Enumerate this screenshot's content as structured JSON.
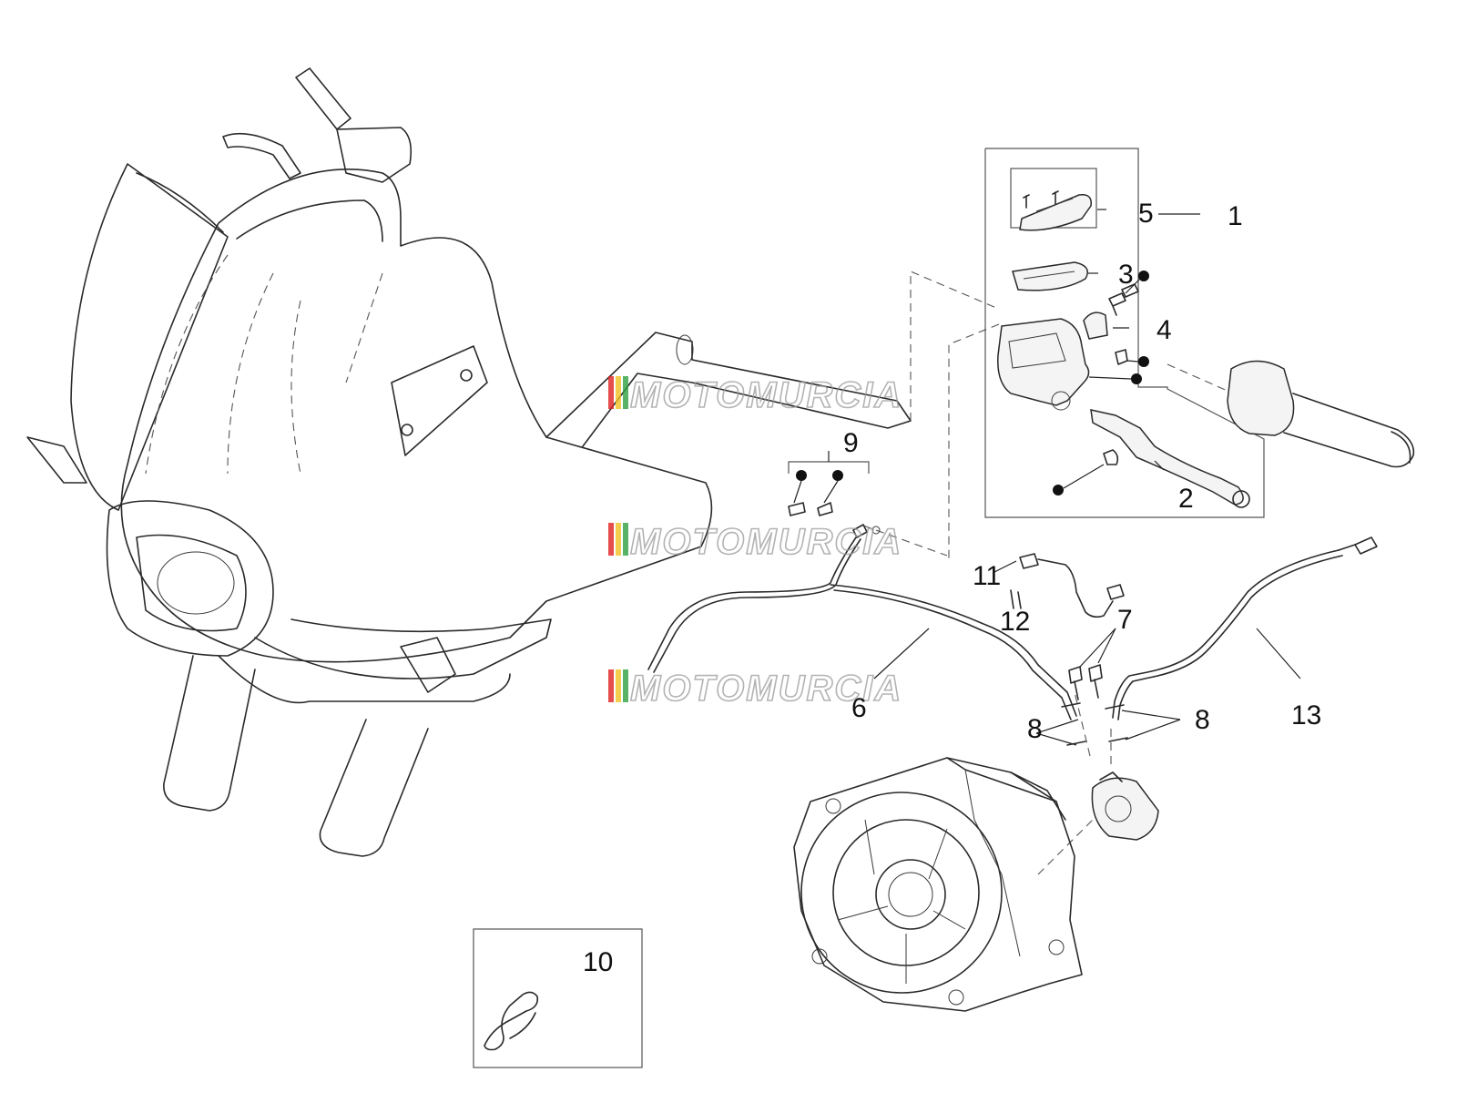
{
  "diagram": {
    "callouts": {
      "c1": "1",
      "c2": "2",
      "c3": "3",
      "c4": "4",
      "c5": "5",
      "c6": "6",
      "c7": "7",
      "c8a": "8",
      "c8b": "8",
      "c9": "9",
      "c10": "10",
      "c11": "11",
      "c12": "12",
      "c13": "13"
    },
    "watermark": "MOTOMURCIA",
    "watermark_colors": [
      "#e02020",
      "#f0c020",
      "#30a040"
    ],
    "line_color": "#2a2a2a"
  }
}
